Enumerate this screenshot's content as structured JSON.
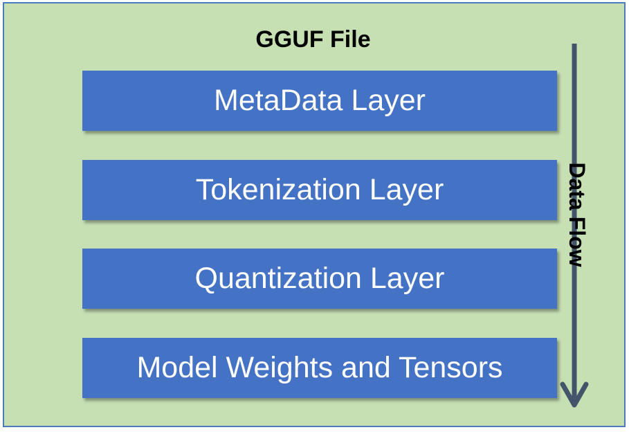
{
  "diagram": {
    "title": "GGUF File",
    "layers": [
      "MetaData Layer",
      "Tokenization Layer",
      "Quantization Layer",
      "Model Weights and Tensors"
    ],
    "flow_label": "Data Flow",
    "colors": {
      "background": "#c6e0b4",
      "border": "#4a7bbf",
      "layer_fill": "#4472c4",
      "layer_text": "#ffffff",
      "arrow": "#44546a"
    }
  }
}
